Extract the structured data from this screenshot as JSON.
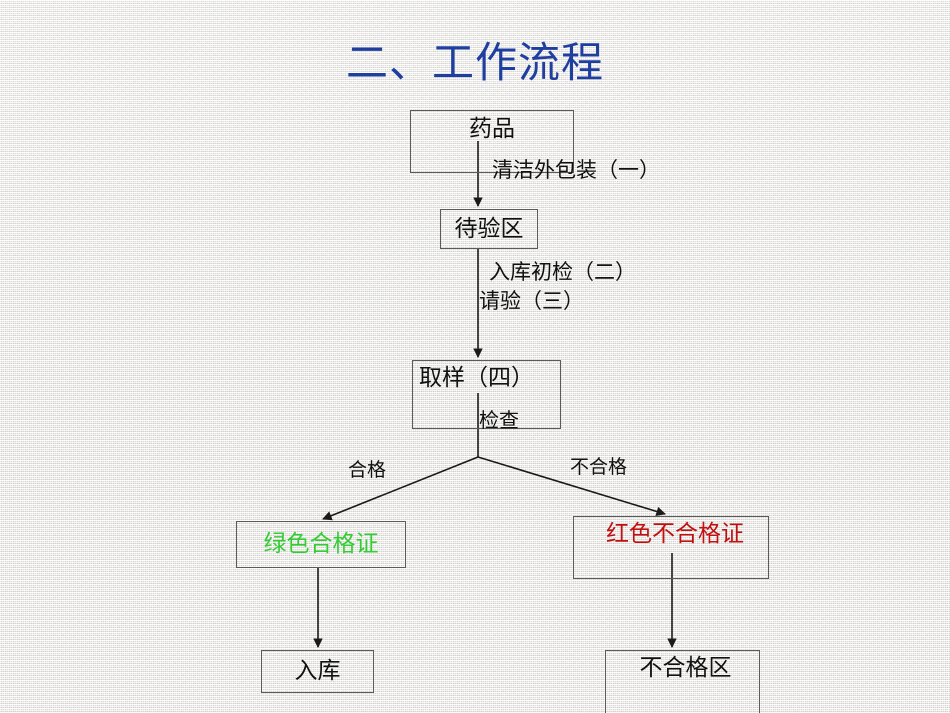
{
  "slide": {
    "title": "二、工作流程",
    "title_color": "#1f3fa0",
    "background_color": "#ededeb"
  },
  "diagram": {
    "type": "flowchart",
    "nodes": [
      {
        "id": "drug",
        "label": "药品",
        "text_color": "#111111"
      },
      {
        "id": "pending",
        "label": "待验区",
        "text_color": "#111111"
      },
      {
        "id": "sampling",
        "label": "取样（四）",
        "text_color": "#111111"
      },
      {
        "id": "green",
        "label": "绿色合格证",
        "text_color": "#33cc33"
      },
      {
        "id": "red",
        "label": "红色不合格证",
        "text_color": "#c01010"
      },
      {
        "id": "instock",
        "label": "入库",
        "text_color": "#111111"
      },
      {
        "id": "reject",
        "label": "不合格区",
        "text_color": "#111111"
      }
    ],
    "edge_labels": {
      "clean_packaging": "清洁外包装（一）",
      "initial_check": "入库初检（二）",
      "request_inspection": "请验（三）",
      "inspect": "检查",
      "pass": "合格",
      "fail": "不合格"
    }
  }
}
